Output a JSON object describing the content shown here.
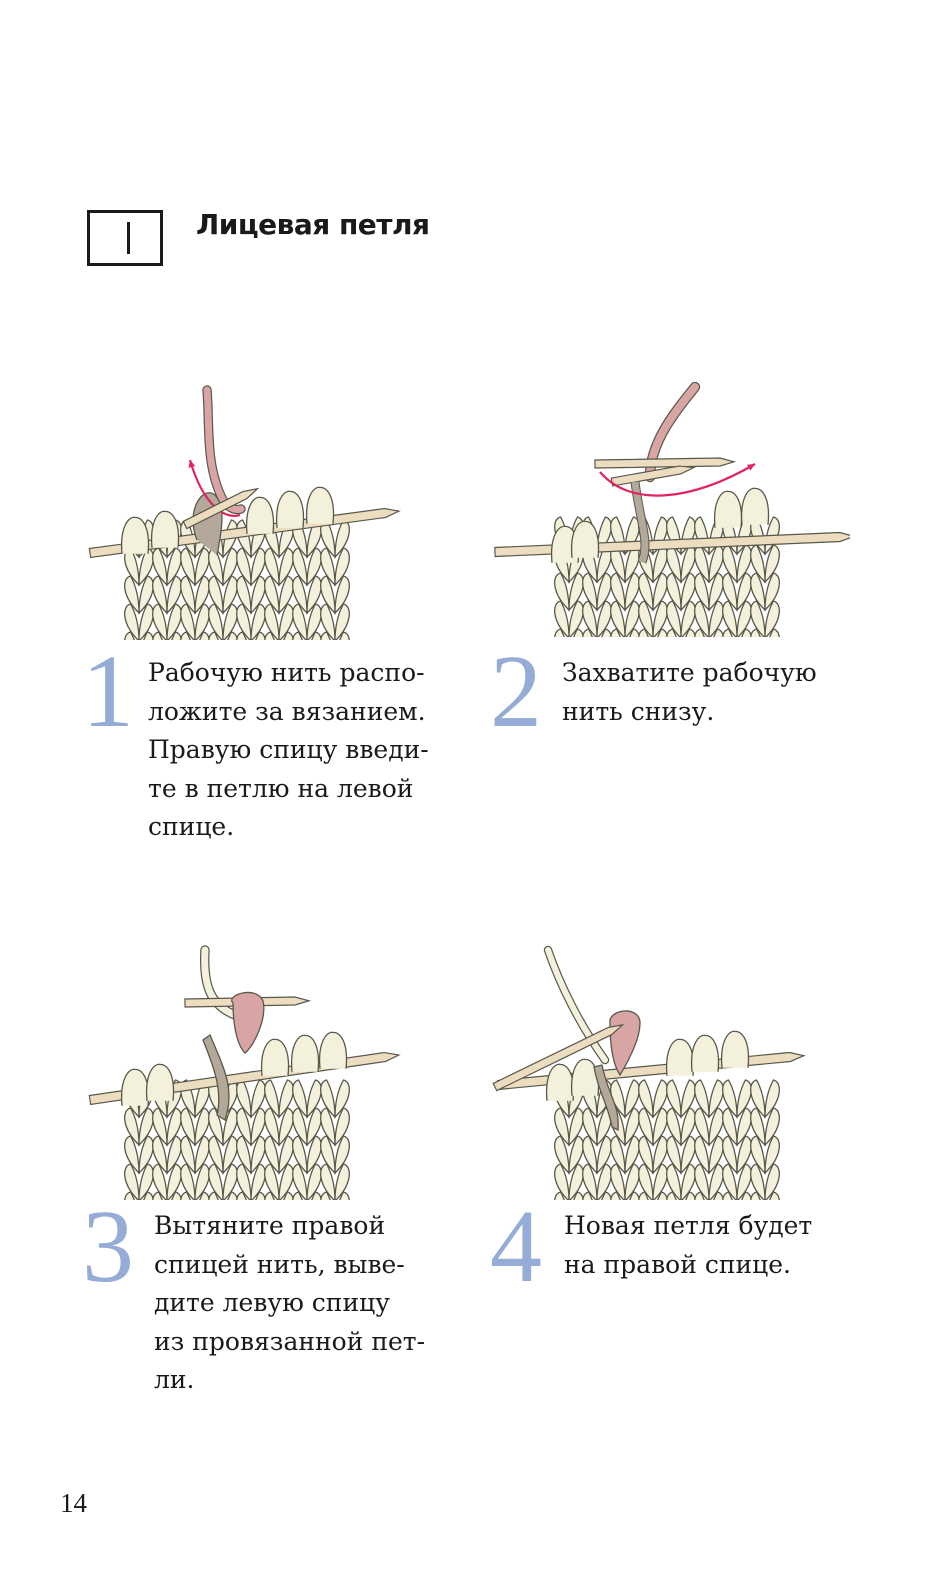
{
  "header": {
    "symbol_icon": "knit-stitch-symbol-icon",
    "title": "Лицевая петля"
  },
  "colors": {
    "step_number": "#94acd6",
    "yarn_cream": "#f3f0dc",
    "yarn_outline": "#58584a",
    "working_yarn": "#d8a4a4",
    "loop_brown": "#b3a89a",
    "arrow": "#e0245e",
    "needle": "#ecdcc0"
  },
  "steps": [
    {
      "number": "1",
      "illustration_icon": "insert-needle-illustration-icon",
      "lines": [
        "Рабочую нить распо-",
        "ложите за вязанием.",
        "Правую спицу введи-",
        "те в петлю на левой",
        "спице."
      ]
    },
    {
      "number": "2",
      "illustration_icon": "wrap-yarn-illustration-icon",
      "lines": [
        "Захватите рабочую",
        "нить снизу."
      ]
    },
    {
      "number": "3",
      "illustration_icon": "pull-through-illustration-icon",
      "lines": [
        "Вытяните правой",
        "спицей нить, выве-",
        "дите левую спицу",
        "из провязанной пет-",
        "ли."
      ]
    },
    {
      "number": "4",
      "illustration_icon": "new-loop-illustration-icon",
      "lines": [
        "Новая петля будет",
        "на правой спице."
      ]
    }
  ],
  "page_number": "14"
}
